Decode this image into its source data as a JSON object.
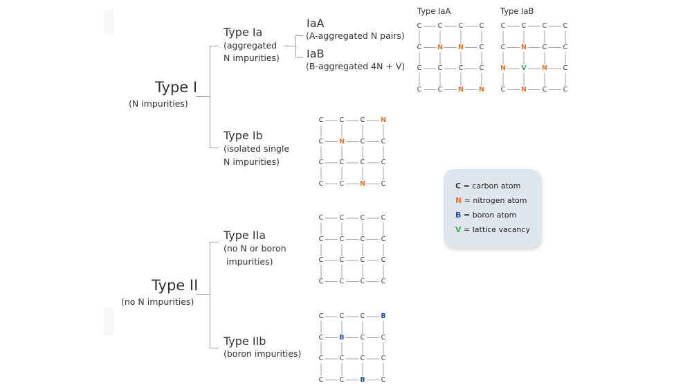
{
  "colors": {
    "carbon": "#333333",
    "nitrogen": "#e8702a",
    "boron": "#1f4fa8",
    "vacancy": "#3aa845",
    "bond": "#a0a0a0",
    "legend_bg": "#dfe6ee"
  },
  "type_i": {
    "title": "Type I",
    "subtitle": "(N impurities)"
  },
  "type_ii": {
    "title": "Type II",
    "subtitle": "(no N impurities)"
  },
  "type_ia": {
    "title": "Type Ia",
    "desc_1": "(aggregated",
    "desc_2": "N impurities)"
  },
  "type_iaa": {
    "title": "IaA",
    "desc": "(A-aggregated N pairs)"
  },
  "type_iab": {
    "title": "IaB",
    "desc": "(B-aggregated 4N + V)"
  },
  "type_ib": {
    "title": "Type Ib",
    "desc_1": "(isolated single",
    "desc_2": "N impurities)"
  },
  "type_iia": {
    "title": "Type IIa",
    "desc_1": "(no N or boron",
    "desc_2": " impurities)"
  },
  "type_iib": {
    "title": "Type IIb",
    "desc_1": "(boron impurities)"
  },
  "lattice_labels": {
    "iaa": "Type IaA",
    "iab": "Type IaB"
  },
  "lattices": {
    "iaa": [
      [
        "C",
        "C",
        "C",
        "C"
      ],
      [
        "C",
        "N",
        "N",
        "C"
      ],
      [
        "C",
        "C",
        "C",
        "C"
      ],
      [
        "C",
        "C",
        "N",
        "N"
      ]
    ],
    "iab": [
      [
        "C",
        "C",
        "C",
        "C"
      ],
      [
        "C",
        "N",
        "C",
        "C"
      ],
      [
        "N",
        "V",
        "N",
        "C"
      ],
      [
        "C",
        "N",
        "C",
        "C"
      ]
    ],
    "ib": [
      [
        "C",
        "C",
        "C",
        "N"
      ],
      [
        "C",
        "N",
        "C",
        "C"
      ],
      [
        "C",
        "C",
        "C",
        "C"
      ],
      [
        "C",
        "C",
        "N",
        "C"
      ]
    ],
    "iia": [
      [
        "C",
        "C",
        "C",
        "C"
      ],
      [
        "C",
        "C",
        "C",
        "C"
      ],
      [
        "C",
        "C",
        "C",
        "C"
      ],
      [
        "C",
        "C",
        "C",
        "C"
      ]
    ],
    "iib": [
      [
        "C",
        "C",
        "C",
        "B"
      ],
      [
        "C",
        "B",
        "C",
        "C"
      ],
      [
        "C",
        "C",
        "C",
        "C"
      ],
      [
        "C",
        "C",
        "B",
        "C"
      ]
    ]
  },
  "legend": {
    "items": [
      {
        "symbol": "C",
        "text": " = carbon atom",
        "color": "#333333"
      },
      {
        "symbol": "N",
        "text": " = nitrogen atom",
        "color": "#e8702a"
      },
      {
        "symbol": "B",
        "text": " = boron atom",
        "color": "#1f4fa8"
      },
      {
        "symbol": "V",
        "text": " = lattice vacancy",
        "color": "#3aa845"
      }
    ]
  }
}
